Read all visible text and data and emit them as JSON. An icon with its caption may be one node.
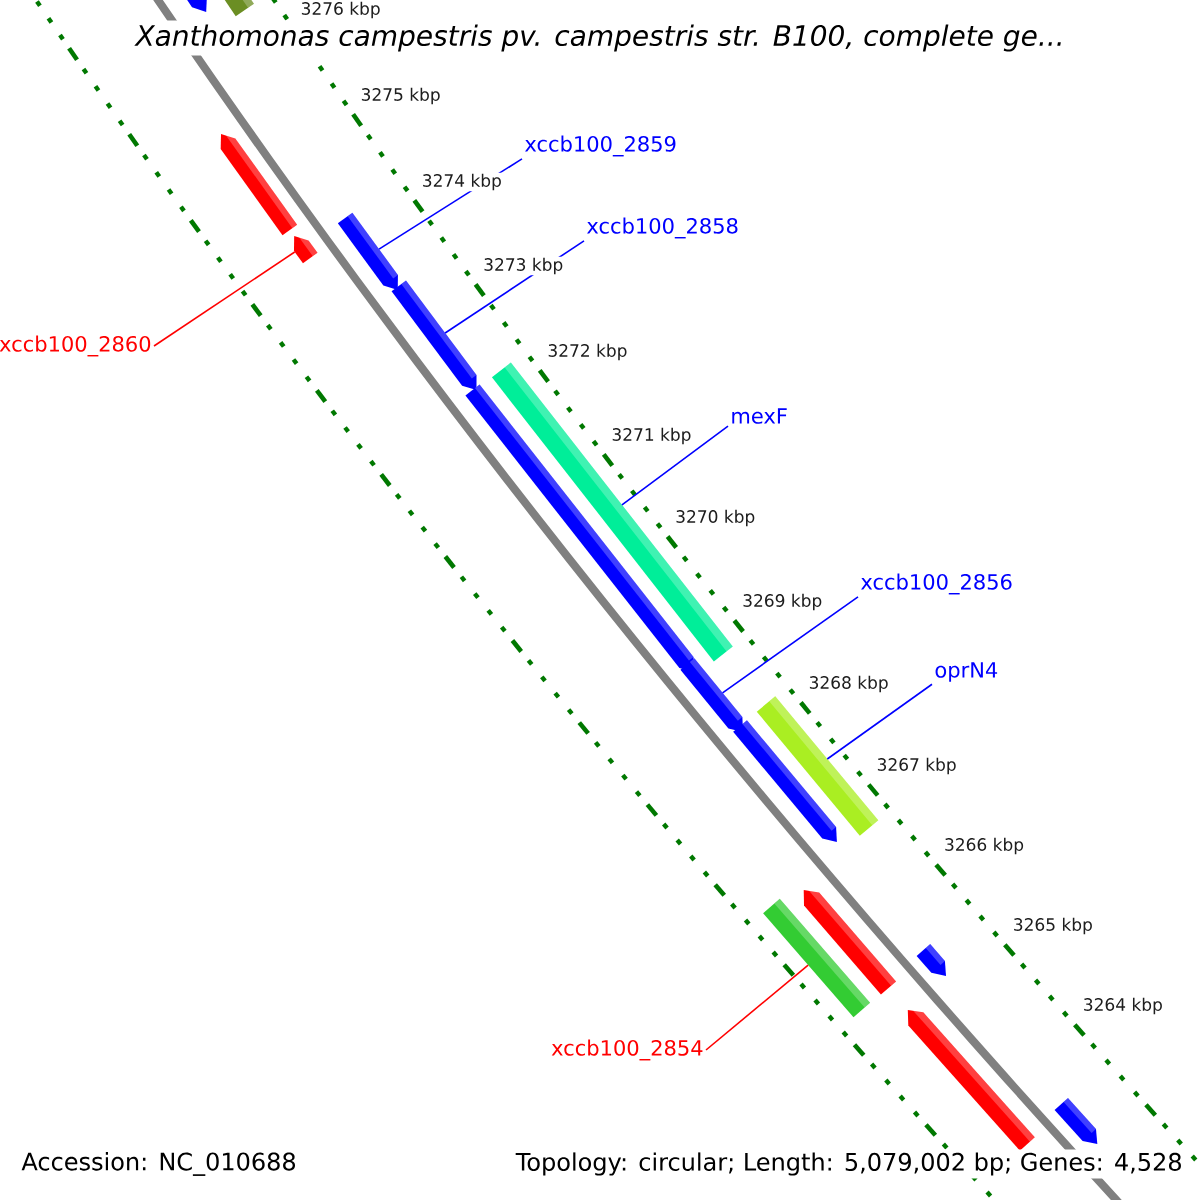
{
  "diagram": {
    "title": "Xanthomonas campestris pv. campestris str. B100, complete ge...",
    "nodes": [
      {
        "text": [],
        "shape": "arrow"
      },
      {
        "text": [],
        "shape": "bar"
      },
      {
        "text": [
          "xccb100_2859"
        ]
      },
      {
        "text": [],
        "shape": "arrow"
      },
      {
        "text": [
          "xccb100_2858"
        ]
      },
      {
        "text": [],
        "shape": "arrow"
      },
      {
        "text": [],
        "shape": "arrow"
      },
      {
        "text": [],
        "shape": "arrow"
      },
      {
        "text": [
          "xccb100_2860"
        ]
      },
      {
        "text": [
          "mexF"
        ]
      },
      {
        "text": [],
        "shape": "bar"
      },
      {
        "text": [],
        "shape": "arrow"
      },
      {
        "text": [
          "xccb100_2856"
        ]
      },
      {
        "text": [
          "oprN4"
        ]
      },
      {
        "text": [],
        "shape": "arrow"
      },
      {
        "text": [],
        "shape": "bar"
      },
      {
        "text": [],
        "shape": "arrow"
      },
      {
        "text": [],
        "shape": "arrow"
      },
      {
        "text": [],
        "shape": "bar"
      },
      {
        "text": [],
        "shape": "arrow"
      },
      {
        "text": [
          "xccb100_2854"
        ]
      },
      {
        "text": [],
        "shape": "arrow"
      },
      {
        "text": [],
        "shape": "arrow"
      }
    ],
    "edges": [
      {
        "from": 2,
        "to": 6,
        "arrow": "none"
      },
      {
        "from": 4,
        "to": 7,
        "arrow": "none"
      },
      {
        "from": 8,
        "to": 5,
        "arrow": "none",
        "color": "#ff0000"
      },
      {
        "from": 9,
        "to": 10,
        "arrow": "none"
      },
      {
        "from": 12,
        "to": 14,
        "arrow": "none"
      },
      {
        "from": 13,
        "to": 15,
        "arrow": "none"
      },
      {
        "from": 20,
        "to": 18,
        "arrow": "none",
        "color": "#ff0000"
      }
    ],
    "labels": [
      "3276 kbp",
      "3275 kbp",
      "3274 kbp",
      "3273 kbp",
      "3272 kbp",
      "3271 kbp",
      "3270 kbp",
      "3269 kbp",
      "3268 kbp",
      "3267 kbp",
      "3266 kbp",
      "3265 kbp",
      "3264 kbp",
      "Accession: NC_010688",
      "Topology: circular; Length: 5,079,002 bp; Genes: 4,528"
    ]
  }
}
